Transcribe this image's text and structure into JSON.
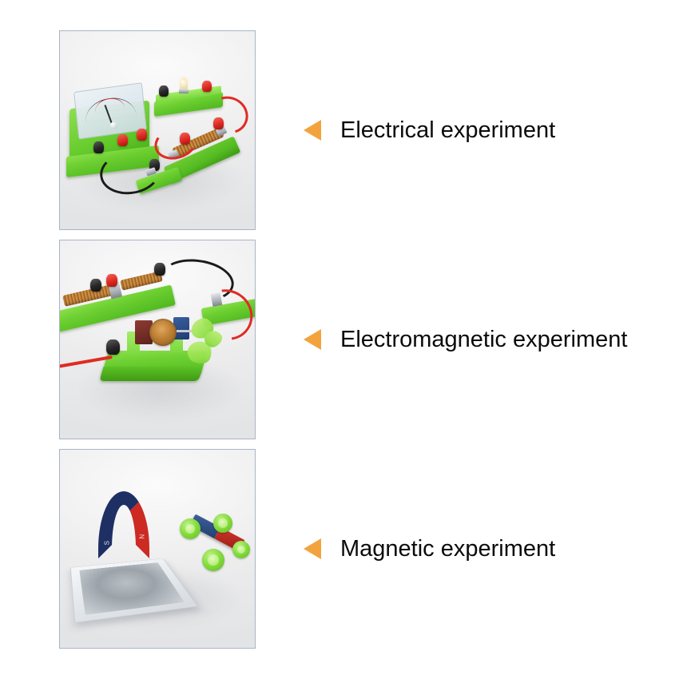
{
  "page": {
    "background_color": "#ffffff",
    "accent_color": "#f3a33d",
    "panel_border_color": "#a9b5c4",
    "panel_background_color": "#f1f1f3",
    "text_color": "#0b0b0b"
  },
  "features": [
    {
      "id": "electrical",
      "label": "Electrical experiment",
      "bullet_icon": "left-triangle-icon",
      "photo_alt": "Electrical circuit experiment kit",
      "photo_contents": [
        "analog galvanometer meter on green base",
        "lamp holder with small bulb on green base",
        "rheostat coil module on green base",
        "red connecting wire",
        "black connecting wire",
        "red binding post terminals",
        "black binding post terminals"
      ]
    },
    {
      "id": "electromagnetic",
      "label": "Electromagnetic experiment",
      "bullet_icon": "left-triangle-icon",
      "photo_alt": "Electromagnetic experiment kit",
      "photo_contents": [
        "rheostat coil module on green base",
        "small electric motor with copper armature",
        "red and blue field magnets",
        "green fan blade propeller",
        "red connecting wire",
        "black connecting wire"
      ]
    },
    {
      "id": "magnetic",
      "label": "Magnetic experiment",
      "bullet_icon": "left-triangle-icon",
      "photo_alt": "Magnetic experiment kit",
      "photo_contents": [
        "U-shaped horseshoe magnet, blue south pole and red north pole",
        "clear iron filings tray",
        "bar magnet on green wheeled cart"
      ],
      "magnet_poles": {
        "north": "N",
        "south": "S"
      }
    }
  ]
}
